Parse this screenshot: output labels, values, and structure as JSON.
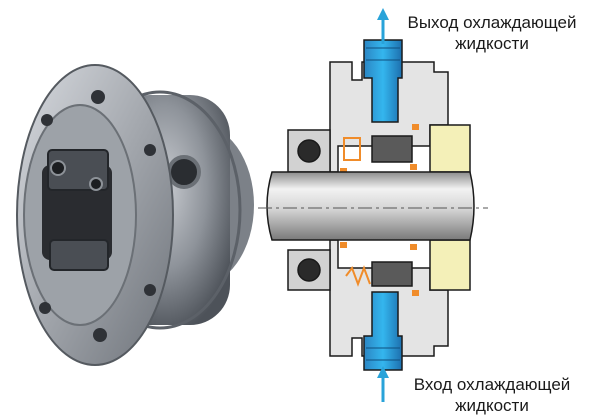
{
  "labels": {
    "outlet_line1": "Выход охлаждающей",
    "outlet_line2": "жидкости",
    "inlet_line1": "Вход охлаждающей",
    "inlet_line2": "жидкости"
  },
  "colors": {
    "flow_arrow": "#29a3d9",
    "coolant_channel": "#1ea8e0",
    "housing": "#e4e4e4",
    "seal_face": "#f4f0b8",
    "spring_accent": "#f08c2a",
    "outline": "#1a1a1a"
  },
  "icons": {
    "outlet_arrow": "arrow-up-icon",
    "inlet_arrow": "arrow-up-icon"
  }
}
